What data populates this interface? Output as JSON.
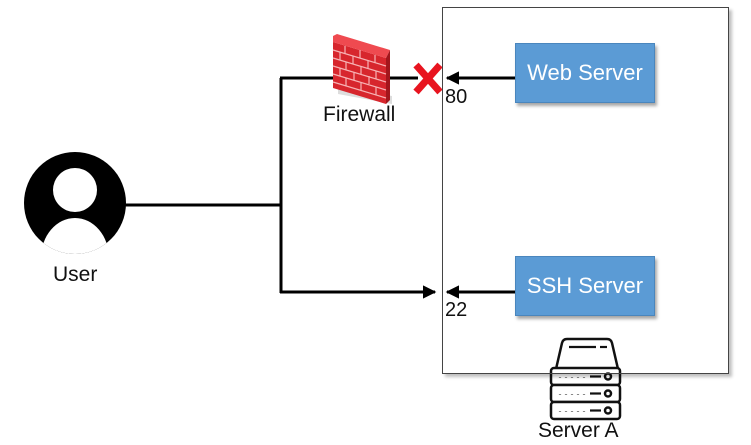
{
  "diagram": {
    "user": {
      "label": "User",
      "icon": "user-avatar-icon"
    },
    "firewall": {
      "label": "Firewall",
      "icon": "firewall-brick-wall-icon",
      "status": "blocked",
      "block_icon": "red-x-icon"
    },
    "server": {
      "label": "Server A",
      "icon": "server-rack-icon"
    },
    "services": [
      {
        "name": "Web Server",
        "port": "80",
        "reachable": false
      },
      {
        "name": "SSH Server",
        "port": "22",
        "reachable": true
      }
    ],
    "colors": {
      "service_box": "#5b9bd5",
      "block": "#e8141f",
      "firewall": "#d7262d",
      "line": "#000000"
    }
  }
}
